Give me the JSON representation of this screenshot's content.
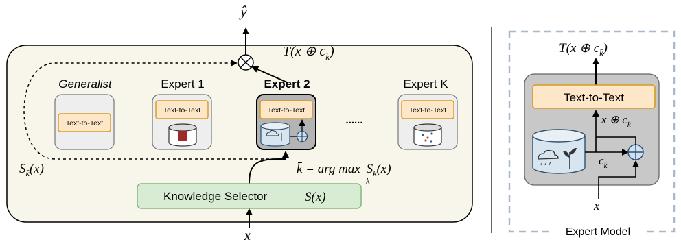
{
  "output_label": "ŷ",
  "input_label": "x",
  "output_formula": "T(x ⊕ c",
  "output_formula_sub": "k̄",
  "output_formula_close": ")",
  "experts": {
    "generalist_title": "Generalist",
    "expert1_title": "Expert 1",
    "expert2_title": "Expert 2",
    "expertk_title": "Expert K",
    "ellipsis": "......",
    "module_label": "Text-to-Text"
  },
  "selector_label": "Knowledge Selector",
  "selector_formula": "S(x)",
  "score_label_main": "S",
  "score_label_sub": "k̄",
  "score_label_arg": "(x)",
  "argmax_lhs": "k̄ = arg max",
  "argmax_under": "k",
  "argmax_rhs": "S",
  "argmax_rhs_sub": "k",
  "argmax_rhs_arg": "(x)",
  "right_panel": {
    "top_formula": "T(x ⊕ c",
    "top_formula_sub": "k̄",
    "top_formula_close": ")",
    "module_label": "Text-to-Text",
    "sum_label": "x ⊕ c",
    "sum_label_sub": "k̄",
    "c_label": "c",
    "c_label_sub": "k̄",
    "input_label": "x",
    "caption": "Expert Model"
  },
  "colors": {
    "panel_bg": "#f8f5ea",
    "expert_box": "#eeeeee",
    "expert2_box": "#b4b4b4",
    "module_fill": "#fde7c8",
    "module_stroke": "#d79a1d",
    "selector_fill": "#d8ebd3",
    "selector_stroke": "#86b77a",
    "db_fill": "#d6e5f0",
    "db_stroke": "#2f4f6f"
  }
}
